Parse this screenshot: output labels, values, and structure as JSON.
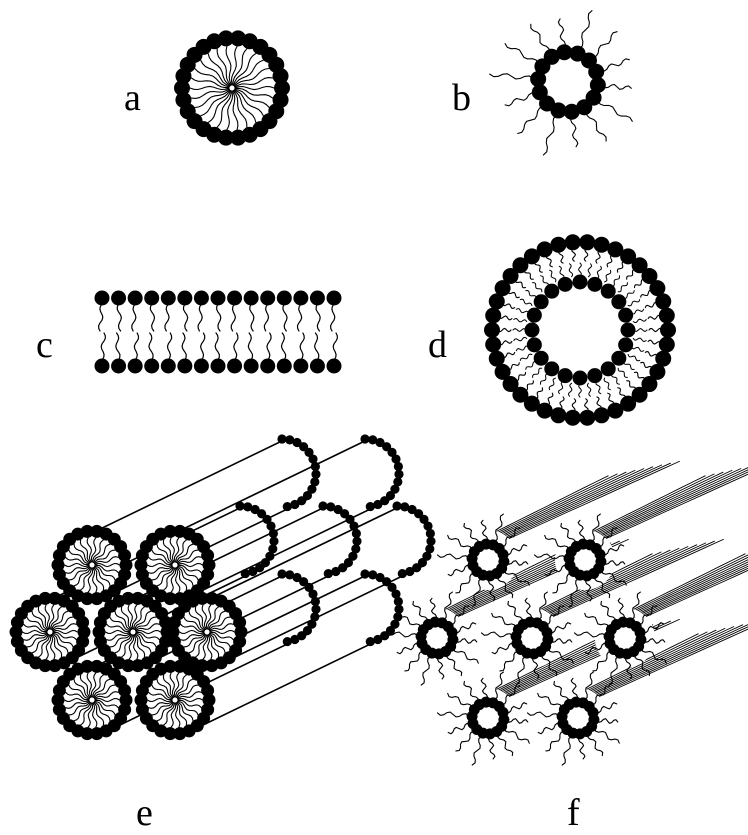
{
  "panels": [
    {
      "id": "a",
      "label": "a",
      "structure": "spherical-micelle"
    },
    {
      "id": "b",
      "label": "b",
      "structure": "reverse-micelle"
    },
    {
      "id": "c",
      "label": "c",
      "structure": "bilayer"
    },
    {
      "id": "d",
      "label": "d",
      "structure": "vesicle"
    },
    {
      "id": "e",
      "label": "e",
      "structure": "hexagonal-phase"
    },
    {
      "id": "f",
      "label": "f",
      "structure": "inverse-hexagonal-phase"
    }
  ],
  "colors": {
    "ink": "#000000",
    "background": "#ffffff"
  }
}
